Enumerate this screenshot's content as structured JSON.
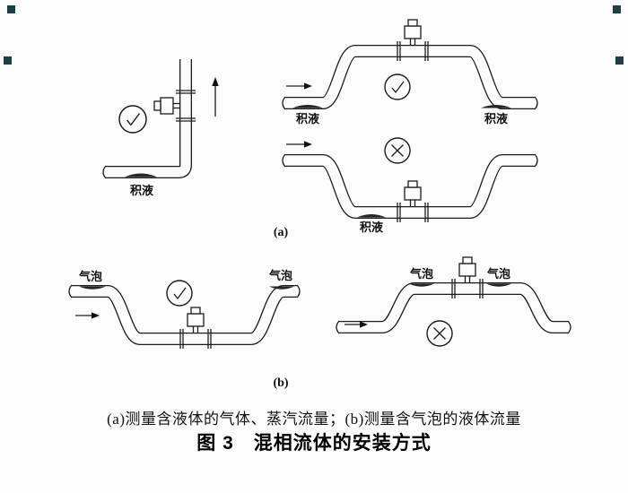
{
  "figure": {
    "caption": "(a)测量含液体的气体、蒸汽流量；(b)测量含气泡的液体流量",
    "title": "图 3　混相流体的安装方式"
  },
  "labels": {
    "liquid": "积液",
    "bubble": "气泡",
    "sub_a": "(a)",
    "sub_b": "(b)"
  },
  "icons": {
    "good_install": "check-in-circle",
    "bad_install": "cross-in-circle",
    "flow_direction": "flow-arrow",
    "meter": "flowmeter-symbol"
  },
  "colors": {
    "background": "#fcfcfc",
    "line": "#1c1c1c",
    "handle": "#1d3f3f"
  }
}
